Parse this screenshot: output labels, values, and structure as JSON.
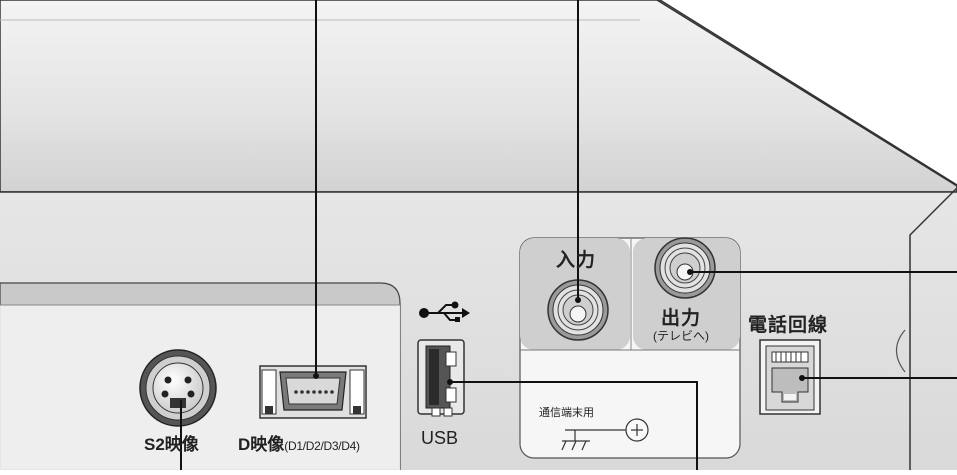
{
  "device": {
    "panel_labels": {
      "antenna_in": "入力",
      "antenna_out": "出力",
      "antenna_out_sub": "(テレビへ)",
      "phone_line": "電話回線",
      "comm_terminal": "通信端末用",
      "usb": "USB",
      "s2_video": "S2映像",
      "d_video": "D映像",
      "d_video_sub": "(D1/D2/D3/D4)"
    },
    "icons": [
      "usb-icon",
      "ground-symbol-icon"
    ]
  }
}
